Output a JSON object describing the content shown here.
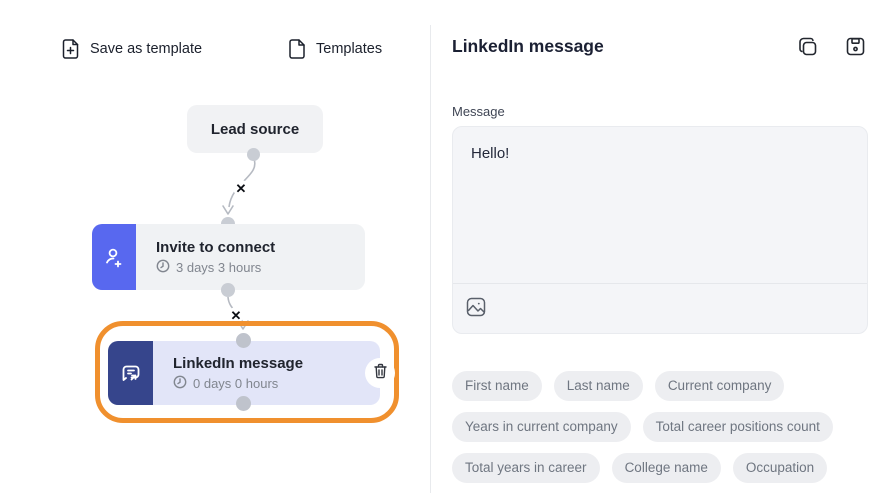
{
  "colors": {
    "accent_orange": "#F0902E",
    "node_blue": "#5868EF",
    "node_navy": "#36458C",
    "node_lavender": "#E2E5F8",
    "node_gray": "#F1F2F4",
    "chip_bg": "#EDEEF1"
  },
  "toolbar": {
    "save_as_template": "Save as template",
    "templates": "Templates"
  },
  "flow": {
    "nodes": [
      {
        "title": "Lead source"
      },
      {
        "title": "Invite to connect",
        "delay": "3 days 3 hours"
      },
      {
        "title": "LinkedIn message",
        "delay": "0 days 0 hours",
        "selected": "true"
      }
    ],
    "connector_remove_label": "✕"
  },
  "panel": {
    "title": "LinkedIn message",
    "message": {
      "label": "Message",
      "value": "Hello!"
    },
    "chips": [
      "First name",
      "Last name",
      "Current company",
      "Years in current company",
      "Total career positions count",
      "Total years in career",
      "College name",
      "Occupation"
    ]
  }
}
